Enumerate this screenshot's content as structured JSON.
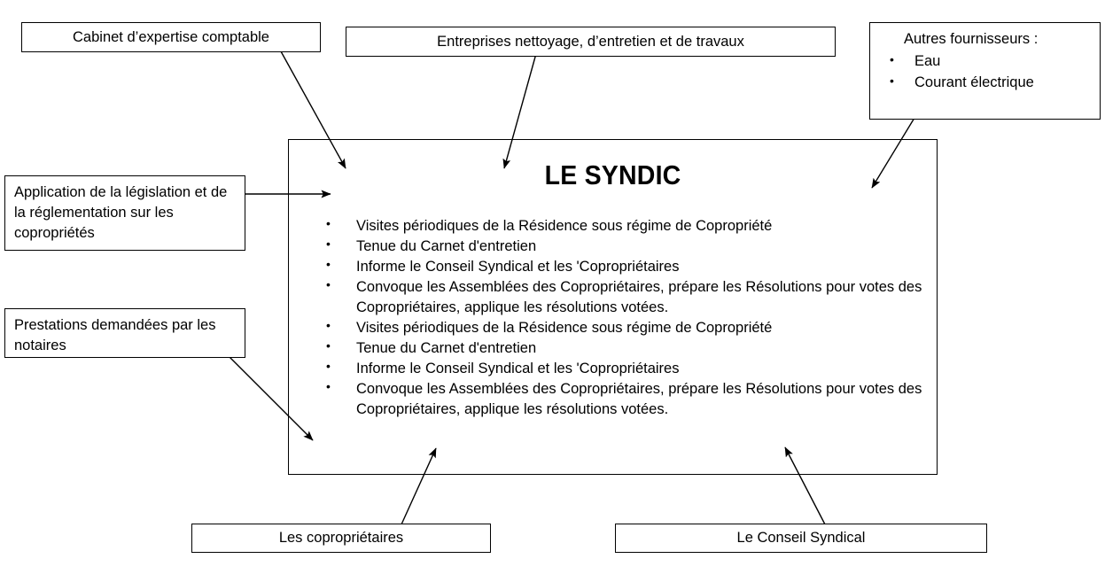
{
  "diagram": {
    "title": "LE SYNDIC",
    "central_box": {
      "heading": "LE SYNDIC",
      "duties": [
        "Visites périodiques de la Résidence sous régime de Copropriété",
        "Tenue du Carnet d'entretien",
        "Informe le Conseil Syndical et les 'Copropriétaires",
        "Convoque les Assemblées des Copropriétaires, prépare les Résolutions pour votes des Copropriétaires, applique les résolutions votées.",
        "Visites périodiques de la Résidence sous régime de Copropriété",
        "Tenue du Carnet d'entretien",
        "Informe le Conseil Syndical et les 'Copropriétaires",
        "Convoque les Assemblées des Copropriétaires, prépare les Résolutions pour votes des Copropriétaires, applique les résolutions votées."
      ]
    },
    "boxes": {
      "accounting_firm": "Cabinet d’expertise comptable",
      "cleaning_companies": "Entreprises nettoyage, d’entretien et de travaux",
      "other_suppliers_title": "Autres fournisseurs :",
      "other_suppliers_items": [
        "Eau",
        "Courant électrique"
      ],
      "legislation": "Application de la législation et de la réglementation sur les copropriétés",
      "notaries": "Prestations demandées par les notaires",
      "co_owners": "Les copropriétaires",
      "syndical_council": "Le Conseil Syndical"
    },
    "colors": {
      "stroke": "#000000",
      "background": "#ffffff",
      "text": "#000000"
    }
  }
}
